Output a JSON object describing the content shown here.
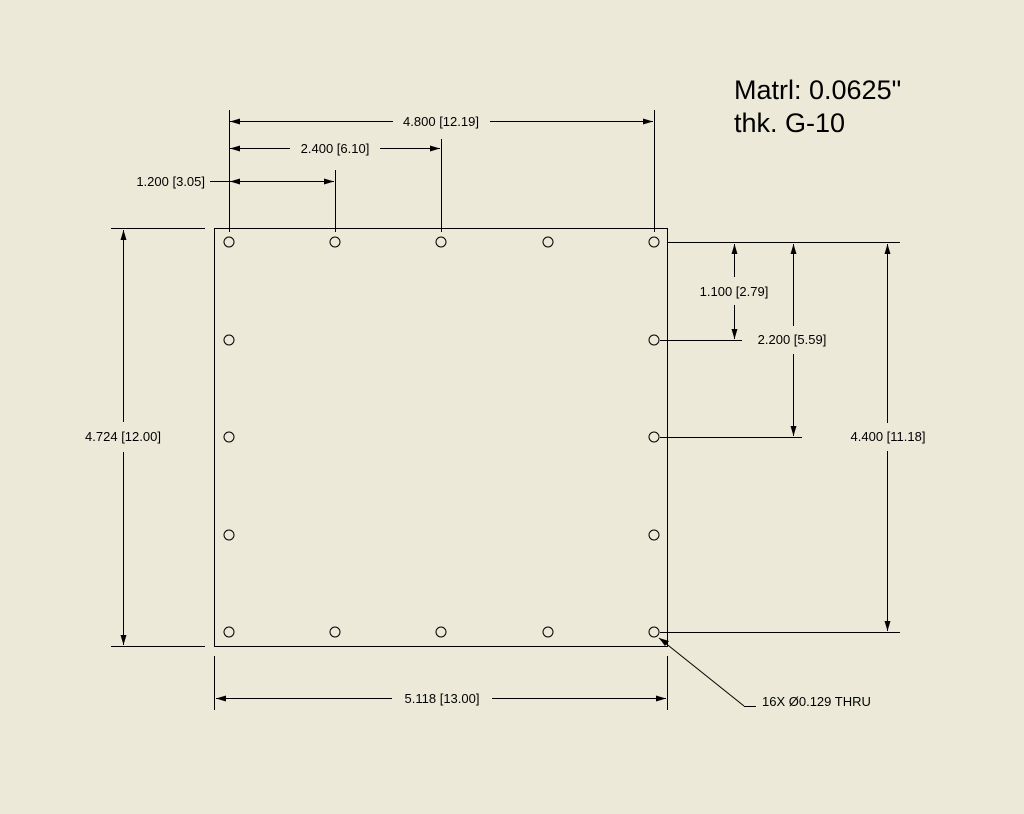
{
  "material_note": {
    "line1": "Matrl: 0.0625\"",
    "line2": "thk. G-10"
  },
  "dimensions": {
    "overall_width": "5.118 [13.00]",
    "overall_height": "4.724 [12.00]",
    "hole_span_x": "4.800 [12.19]",
    "hole_offset_x_2": "2.400 [6.10]",
    "hole_offset_x_1": "1.200 [3.05]",
    "hole_offset_y_1": "1.100 [2.79]",
    "hole_offset_y_2": "2.200 [5.59]",
    "hole_span_y": "4.400 [11.18]"
  },
  "hole_callout": "16X Ø0.129 THRU"
}
